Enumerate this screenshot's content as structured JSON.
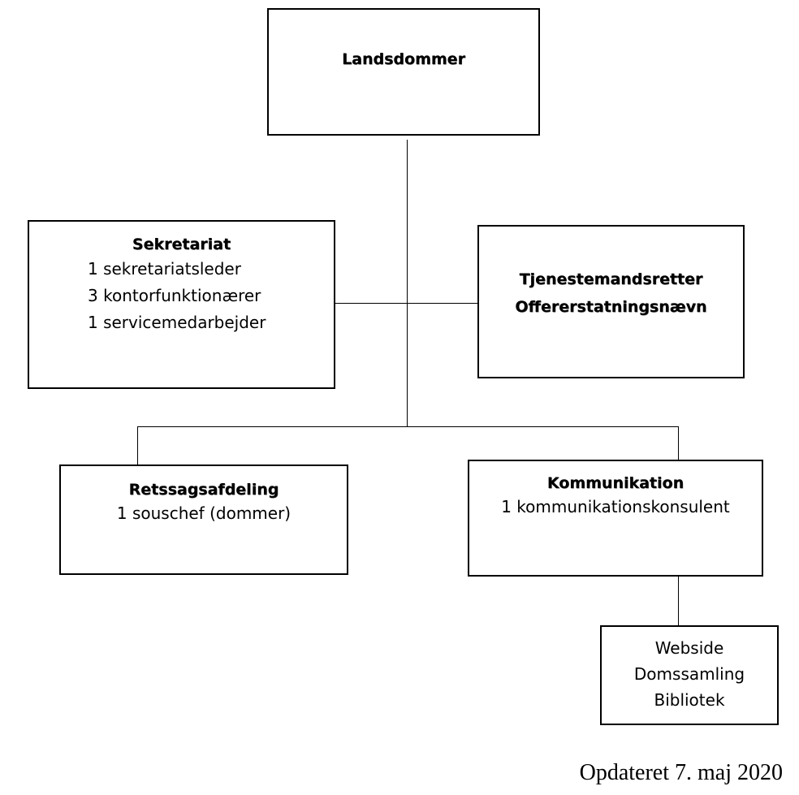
{
  "top": {
    "title": "Landsdommer"
  },
  "sekretariat": {
    "title": "Sekretariat",
    "items": [
      "1 sekretariatsleder",
      "3 kontorfunktionærer",
      "1 servicemedarbejder"
    ]
  },
  "tjeneste": {
    "lines": [
      "Tjenestemandsretter",
      "Offererstatningsnævn"
    ]
  },
  "retssag": {
    "title": "Retssagsafdeling",
    "items": [
      "1 souschef (dommer)"
    ]
  },
  "kommunikation": {
    "title": "Kommunikation",
    "items": [
      "1 kommunikationskonsulent"
    ]
  },
  "web": {
    "items": [
      "Webside",
      "Domssamling",
      "Bibliotek"
    ]
  },
  "footer": {
    "text": "Opdateret 7. maj 2020"
  }
}
